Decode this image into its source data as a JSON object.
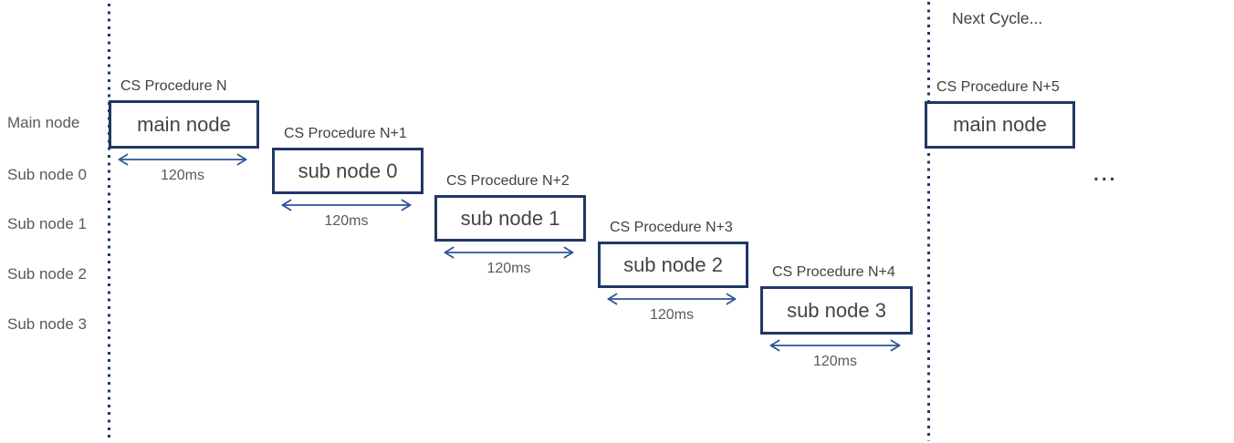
{
  "diagram": {
    "next_cycle_label": "Next Cycle...",
    "continuation_ellipsis": "...",
    "row_labels": [
      "Main node",
      "Sub node 0",
      "Sub node 1",
      "Sub node 2",
      "Sub node 3"
    ],
    "procedures": [
      {
        "label": "CS Procedure N",
        "node": "main node",
        "duration": "120ms"
      },
      {
        "label": "CS Procedure N+1",
        "node": "sub node 0",
        "duration": "120ms"
      },
      {
        "label": "CS Procedure N+2",
        "node": "sub node 1",
        "duration": "120ms"
      },
      {
        "label": "CS Procedure N+3",
        "node": "sub node 2",
        "duration": "120ms"
      },
      {
        "label": "CS Procedure N+4",
        "node": "sub node 3",
        "duration": "120ms"
      },
      {
        "label": "CS Procedure N+5",
        "node": "main node",
        "duration": ""
      }
    ],
    "colors": {
      "box_border": "#1f3864",
      "dotted_line": "#1f3864",
      "arrow": "#2f5496",
      "heading_text": "#404040",
      "secondary_text": "#595959"
    }
  }
}
